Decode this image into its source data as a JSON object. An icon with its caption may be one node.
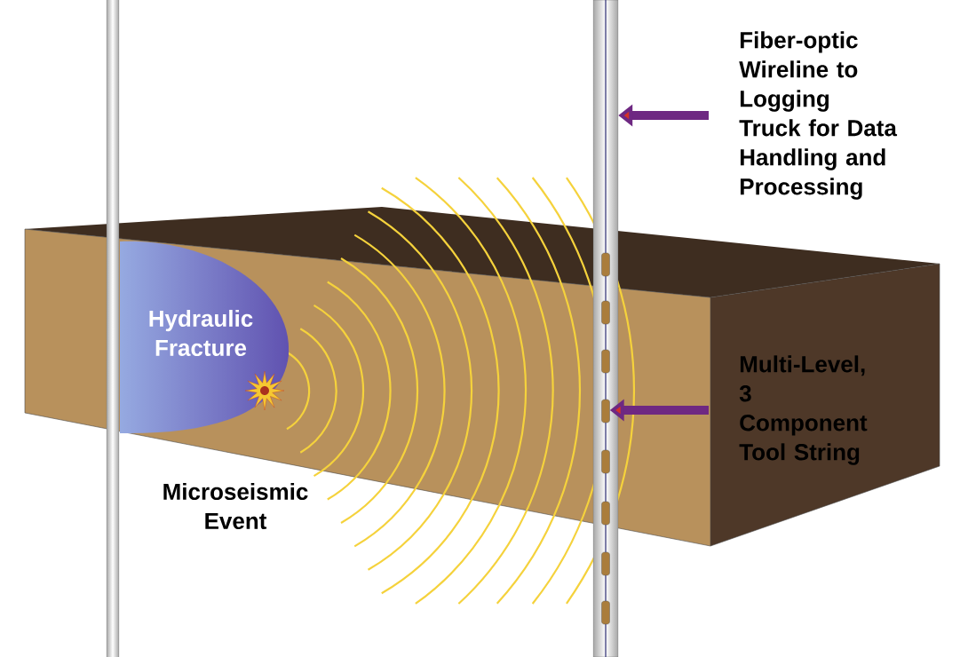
{
  "diagram": {
    "nodes": [
      {
        "text": [
          "Fiber-optic Wireline to Logging Truck for Data Handling and Processing"
        ]
      },
      {
        "text": [],
        "shape": "bar"
      },
      {
        "text": [
          "Multi-Level, 3 Component Tool String"
        ]
      },
      {
        "text": [],
        "shape": "bar",
        "in": 1
      },
      {
        "text": [
          "Hydraulic Fracture"
        ]
      }
    ],
    "edges": [
      {
        "from": 0,
        "to": 1,
        "arrow": "to"
      },
      {
        "from": 2,
        "to": 3,
        "arrow": "to"
      }
    ],
    "labels": [
      "Microseismic Event"
    ]
  }
}
